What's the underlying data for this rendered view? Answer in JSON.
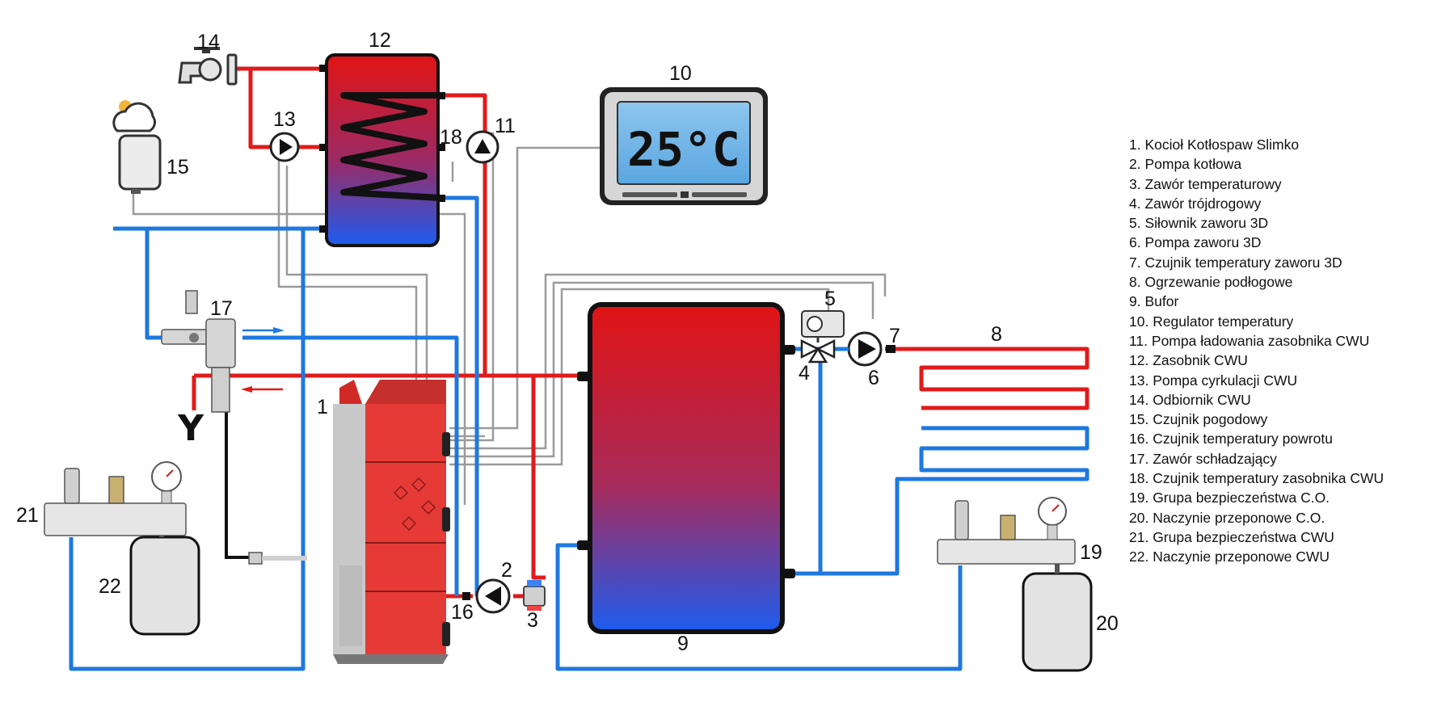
{
  "thermostat": {
    "display": "25°C"
  },
  "callouts": [
    "1",
    "2",
    "3",
    "4",
    "5",
    "6",
    "7",
    "8",
    "9",
    "10",
    "11",
    "12",
    "13",
    "14",
    "15",
    "16",
    "17",
    "18",
    "19",
    "20",
    "21",
    "22"
  ],
  "legend": [
    "1. Kocioł Kotłospaw Slimko",
    "2. Pompa kotłowa",
    "3. Zawór temperaturowy",
    "4. Zawór trójdrogowy",
    "5. Siłownik zaworu 3D",
    "6. Pompa zaworu 3D",
    "7. Czujnik temperatury zaworu 3D",
    "8. Ogrzewanie podłogowe",
    "9. Bufor",
    "10. Regulator temperatury",
    "11. Pompa ładowania zasobnika CWU",
    "12. Zasobnik CWU",
    "13. Pompa cyrkulacji CWU",
    "14. Odbiornik CWU",
    "15. Czujnik pogodowy",
    "16. Czujnik temperatury powrotu",
    "17. Zawór schładzający",
    "18. Czujnik temperatury zasobnika CWU",
    "19. Grupa bezpieczeństwa C.O.",
    "20. Naczynie przeponowe C.O.",
    "21. Grupa bezpieczeństwa CWU",
    "22. Naczynie przeponowe CWU"
  ],
  "colors": {
    "hot": "#e01b1b",
    "cold": "#1e78e0",
    "signal": "#9a9a9a",
    "boiler": "#e63a36"
  }
}
